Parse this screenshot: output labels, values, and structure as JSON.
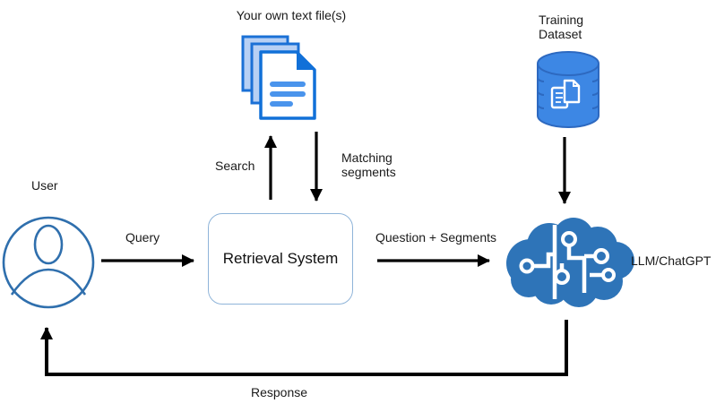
{
  "nodes": {
    "text_files": {
      "label": "Your own text file(s)",
      "icon": "documents-stack-icon"
    },
    "training_dataset": {
      "label": "Training Dataset",
      "icon": "database-icon"
    },
    "user": {
      "label": "User",
      "icon": "person-icon"
    },
    "retrieval_system": {
      "label": "Retrieval System"
    },
    "llm": {
      "label": "LLM/ChatGPT",
      "icon": "brain-circuit-icon"
    }
  },
  "edges": {
    "search": {
      "label": "Search"
    },
    "matching_segments": {
      "label": "Matching segments"
    },
    "query": {
      "label": "Query"
    },
    "question_segments": {
      "label": "Question + Segments"
    },
    "response": {
      "label": "Response"
    }
  },
  "colors": {
    "arrow": "#000000",
    "icon_brain_blue": "#2e74b8",
    "doc_border_blue": "#1170d8",
    "doc_fill_light": "#b7d0f4",
    "database_blue": "#3d87e4",
    "box_border": "#8fb4d9",
    "user_stroke": "#2f6fad",
    "text": "#1a1a1a"
  }
}
